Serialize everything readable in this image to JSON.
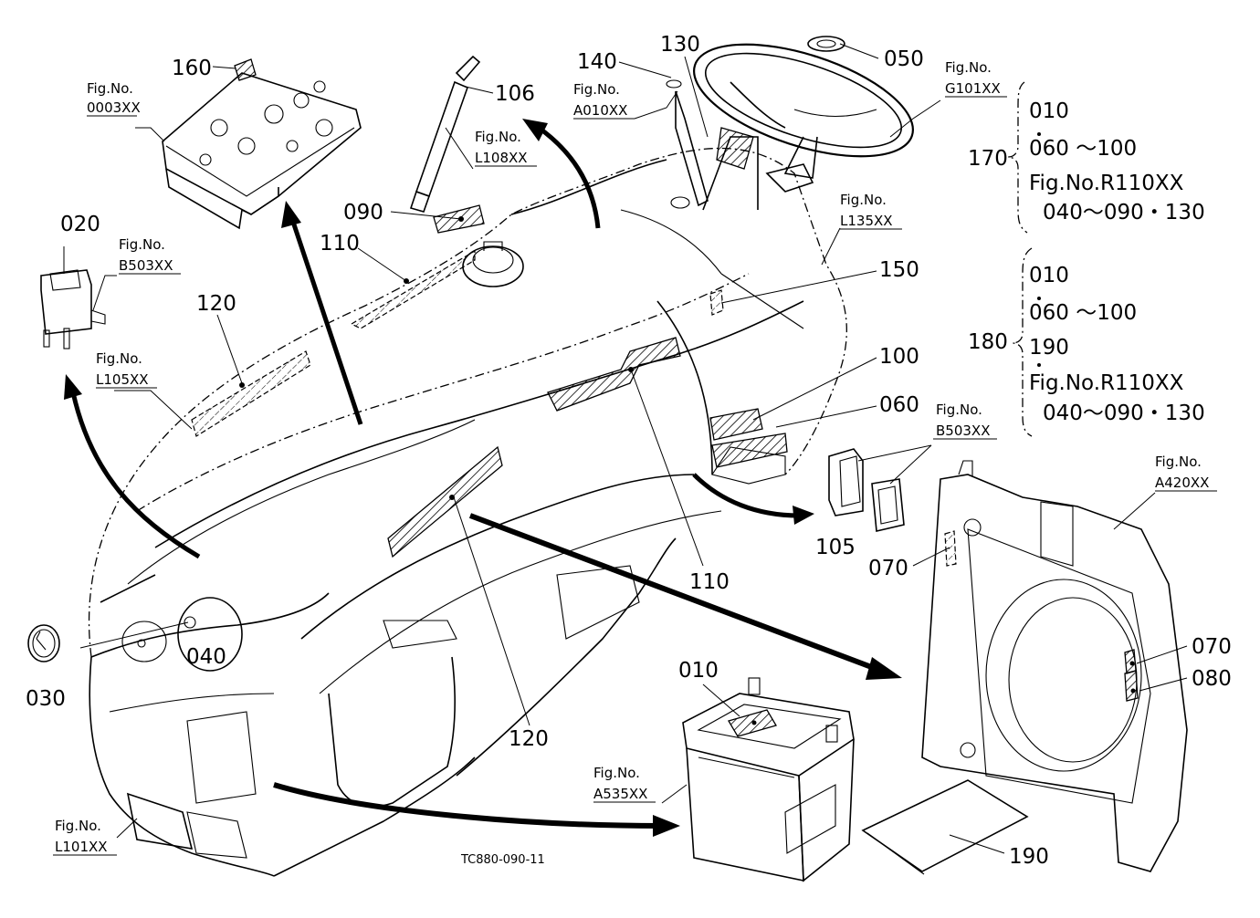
{
  "drawing_code": "TC880-090-11",
  "parts": {
    "p010": "010",
    "p020": "020",
    "p030": "030",
    "p040": "040",
    "p050": "050",
    "p060": "060",
    "p070a": "070",
    "p070b": "070",
    "p080": "080",
    "p090": "090",
    "p100": "100",
    "p105": "105",
    "p106": "106",
    "p110a": "110",
    "p110b": "110",
    "p120a": "120",
    "p120b": "120",
    "p130": "130",
    "p140": "140",
    "p150": "150",
    "p160": "160",
    "p190": "190"
  },
  "figrefs": {
    "fig_label": "Fig.No.",
    "r0003": "0003XX",
    "rB503a": "B503XX",
    "rL105": "L105XX",
    "rL108": "L108XX",
    "rA010": "A010XX",
    "rG101": "G101XX",
    "rL135": "L135XX",
    "rB503b": "B503XX",
    "rA420": "A420XX",
    "rA535": "A535XX",
    "rL101": "L101XX"
  },
  "sets": {
    "s170": {
      "num": "170",
      "l1": "010",
      "l2": "060 ～100",
      "l3": "Fig.No.R110XX",
      "l4": "040～090・130"
    },
    "s180": {
      "num": "180",
      "l1": "010",
      "l2": "060 ～100",
      "l3": "190",
      "l4": "Fig.No.R110XX",
      "l5": "040～090・130"
    }
  }
}
